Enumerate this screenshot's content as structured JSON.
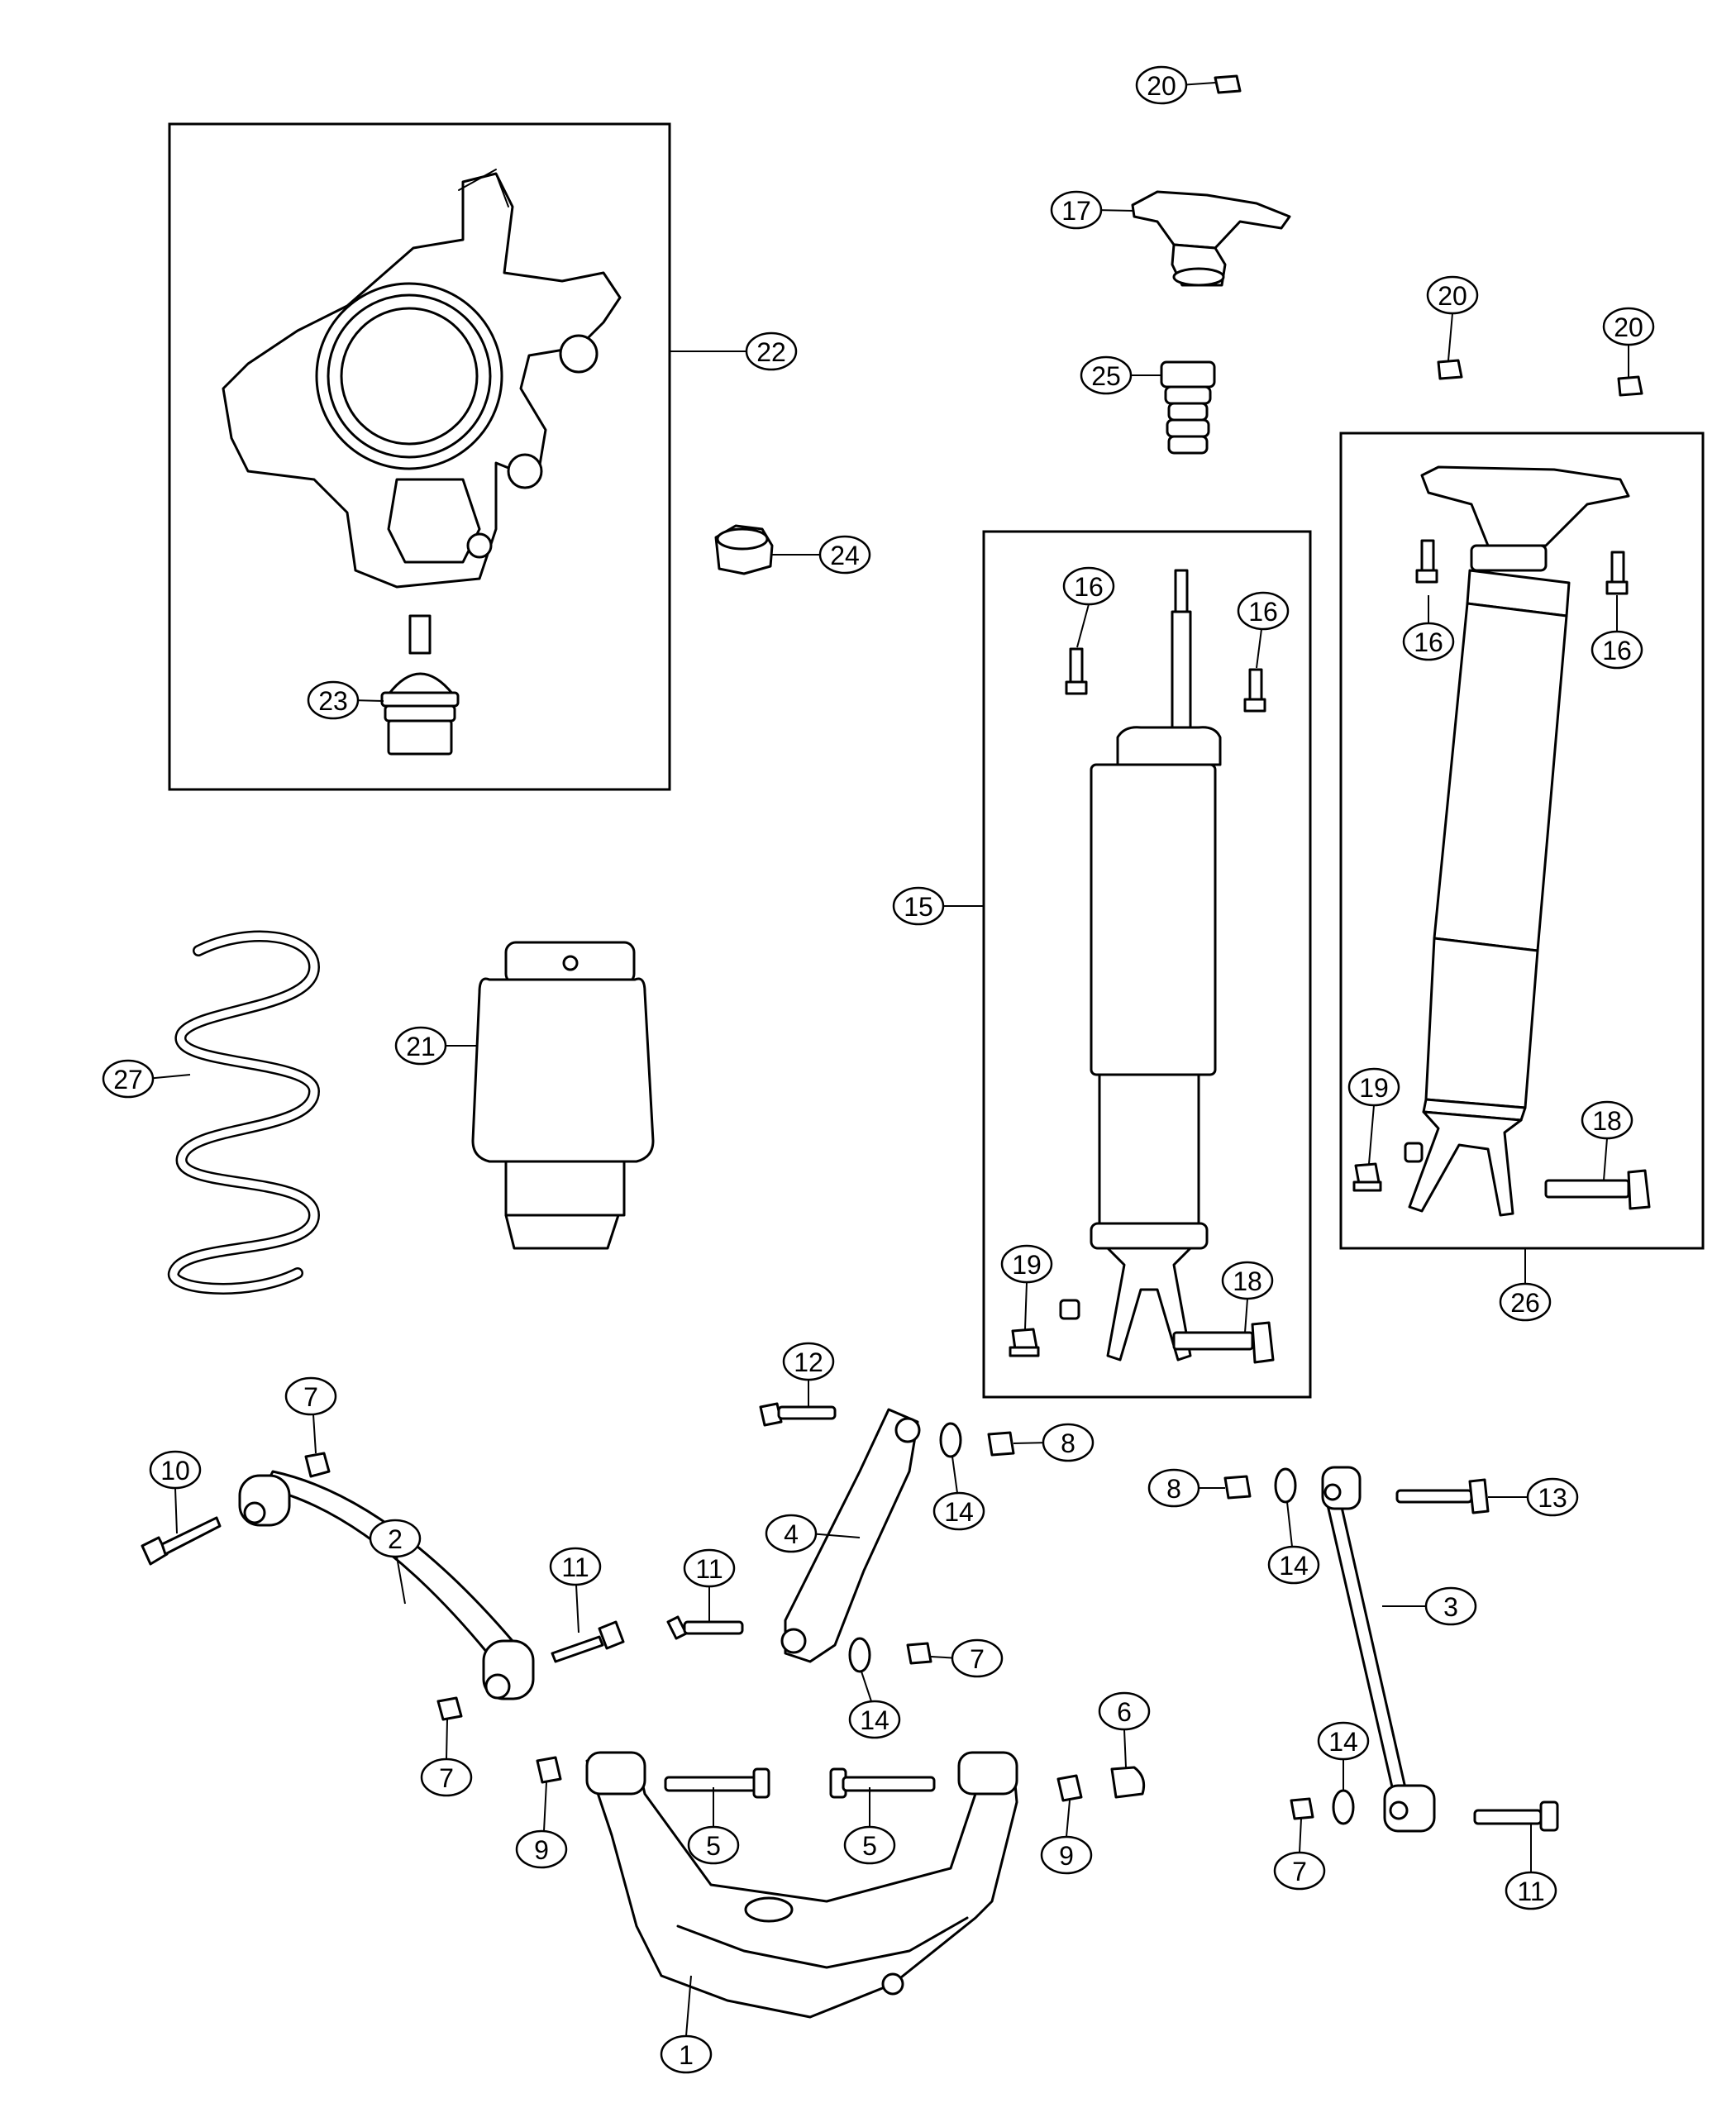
{
  "diagram": {
    "callouts": [
      {
        "id": "c1",
        "label": "1"
      },
      {
        "id": "c2",
        "label": "2"
      },
      {
        "id": "c3",
        "label": "3"
      },
      {
        "id": "c4",
        "label": "4"
      },
      {
        "id": "c5a",
        "label": "5"
      },
      {
        "id": "c5b",
        "label": "5"
      },
      {
        "id": "c6",
        "label": "6"
      },
      {
        "id": "c7a",
        "label": "7"
      },
      {
        "id": "c7b",
        "label": "7"
      },
      {
        "id": "c7c",
        "label": "7"
      },
      {
        "id": "c7d",
        "label": "7"
      },
      {
        "id": "c8a",
        "label": "8"
      },
      {
        "id": "c8b",
        "label": "8"
      },
      {
        "id": "c9a",
        "label": "9"
      },
      {
        "id": "c9b",
        "label": "9"
      },
      {
        "id": "c10",
        "label": "10"
      },
      {
        "id": "c11a",
        "label": "11"
      },
      {
        "id": "c11b",
        "label": "11"
      },
      {
        "id": "c11c",
        "label": "11"
      },
      {
        "id": "c12",
        "label": "12"
      },
      {
        "id": "c13",
        "label": "13"
      },
      {
        "id": "c14a",
        "label": "14"
      },
      {
        "id": "c14b",
        "label": "14"
      },
      {
        "id": "c14c",
        "label": "14"
      },
      {
        "id": "c14d",
        "label": "14"
      },
      {
        "id": "c15",
        "label": "15"
      },
      {
        "id": "c16a",
        "label": "16"
      },
      {
        "id": "c16b",
        "label": "16"
      },
      {
        "id": "c16c",
        "label": "16"
      },
      {
        "id": "c16d",
        "label": "16"
      },
      {
        "id": "c17",
        "label": "17"
      },
      {
        "id": "c18a",
        "label": "18"
      },
      {
        "id": "c18b",
        "label": "18"
      },
      {
        "id": "c19a",
        "label": "19"
      },
      {
        "id": "c19b",
        "label": "19"
      },
      {
        "id": "c20a",
        "label": "20"
      },
      {
        "id": "c20b",
        "label": "20"
      },
      {
        "id": "c20c",
        "label": "20"
      },
      {
        "id": "c21",
        "label": "21"
      },
      {
        "id": "c22",
        "label": "22"
      },
      {
        "id": "c23",
        "label": "23"
      },
      {
        "id": "c24",
        "label": "24"
      },
      {
        "id": "c25",
        "label": "25"
      },
      {
        "id": "c26",
        "label": "26"
      },
      {
        "id": "c27",
        "label": "27"
      }
    ]
  }
}
